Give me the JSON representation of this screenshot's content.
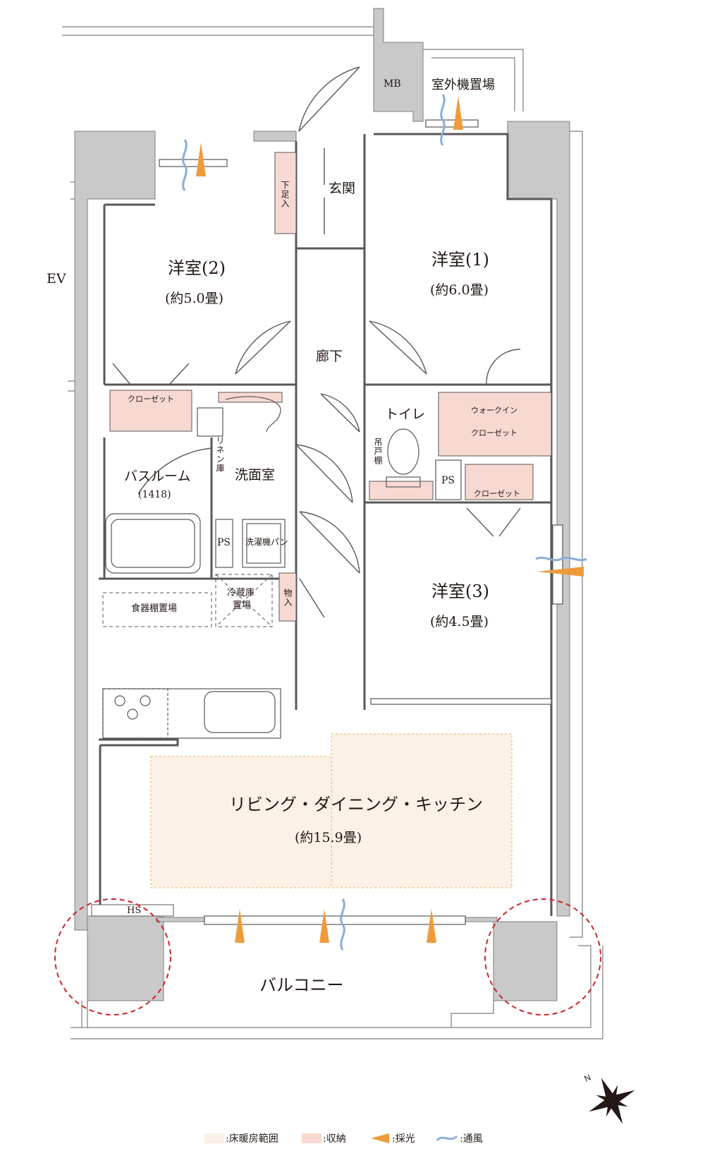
{
  "rooms": {
    "bedroom1_name": "洋室(1)",
    "bedroom1_size": "(約6.0畳)",
    "bedroom2_name": "洋室(2)",
    "bedroom2_size": "(約5.0畳)",
    "bedroom3_name": "洋室(3)",
    "bedroom3_size": "(約4.5畳)",
    "ldk_name": "リビング・ダイニング・キッチン",
    "ldk_size": "(約15.9畳)",
    "entrance": "玄関",
    "hallway": "廊下",
    "toilet": "トイレ",
    "washroom": "洗面室",
    "bathroom_name": "バスルーム",
    "bathroom_size": "(1418)",
    "balcony": "バルコニー"
  },
  "storage": {
    "closet_bedroom2": "クローゼット",
    "closet_bedroom3": "クローゼット",
    "walkin_line1": "ウォークイン",
    "walkin_line2": "クローゼット",
    "shoe_box": "下足入",
    "linen": "リネン庫",
    "hanging_shelf": "吊戸棚",
    "storage_small": "物入"
  },
  "equipment": {
    "mb": "MB",
    "outdoor_unit": "室外機置場",
    "ev": "EV",
    "ps_wash": "PS",
    "ps_toilet": "PS",
    "washer_pan": "洗濯機パン",
    "fridge_line1": "冷蔵庫",
    "fridge_line2": "置場",
    "dish_shelf": "食器棚置場",
    "hs": "HS"
  },
  "legend": {
    "floor_heating": ":床暖房範囲",
    "storage": ":収納",
    "daylight": ":採光",
    "ventilation": ":通風"
  },
  "colors": {
    "wall": "#c9c9ca",
    "storage": "#f7d9d2",
    "floor_heating": "#fcf1e6",
    "daylight": "#ee9b3c",
    "ventilation": "#8aaed5",
    "highlight_circle": "#c9262c"
  },
  "icons": {
    "compass": "compass-icon",
    "daylight": "daylight-arrow-icon",
    "ventilation": "ventilation-wave-icon"
  }
}
